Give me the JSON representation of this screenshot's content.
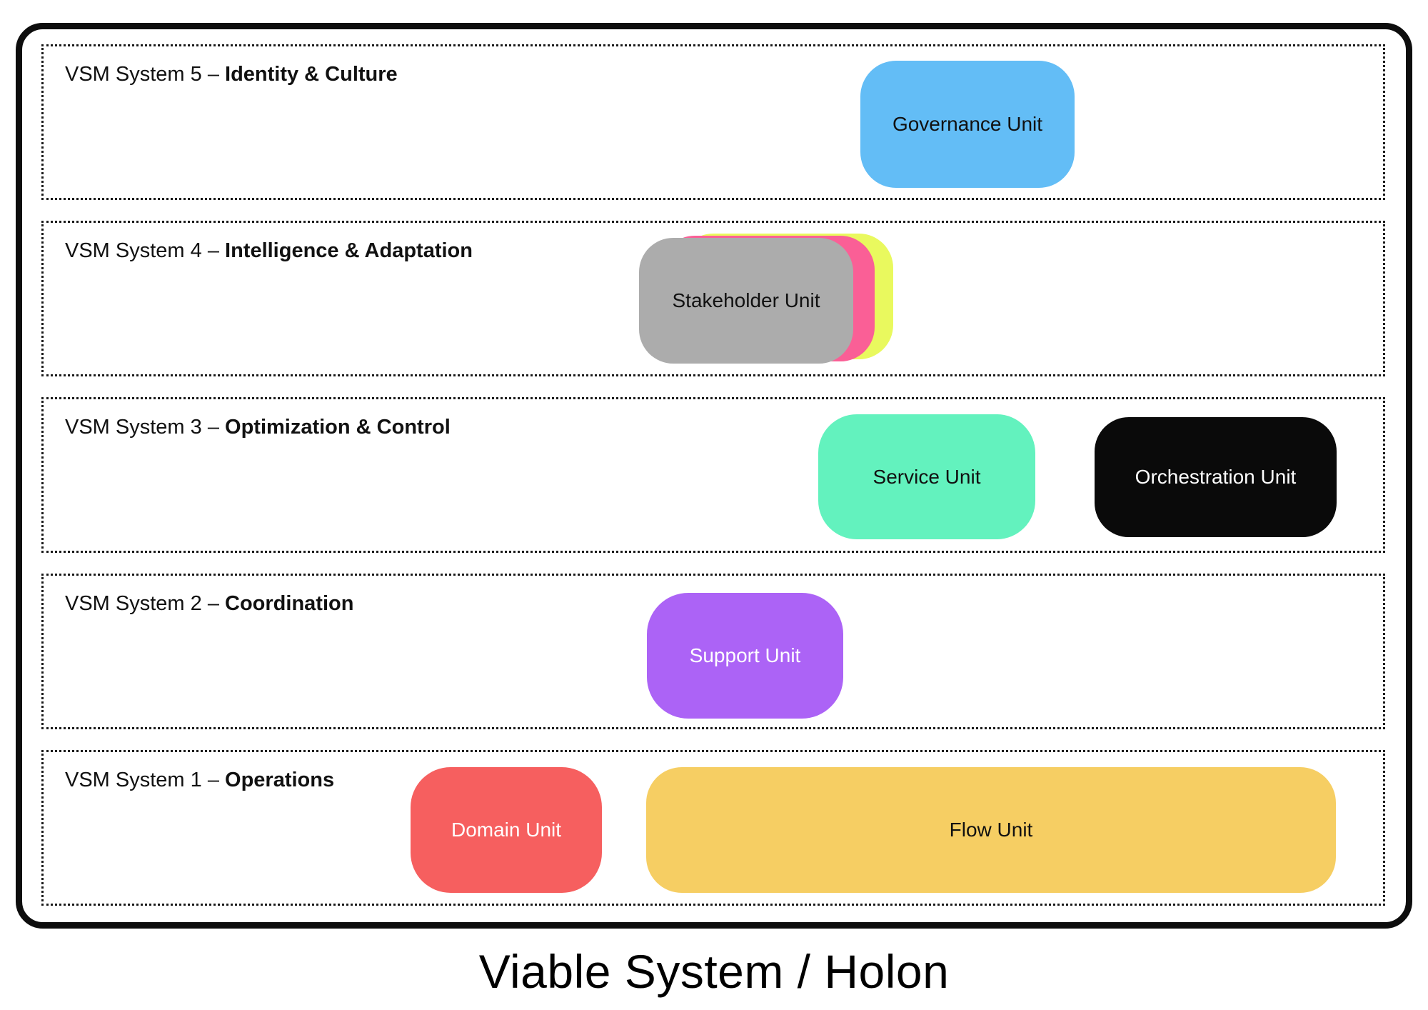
{
  "diagram_title": "Viable System / Holon",
  "bands": [
    {
      "header_prefix": "VSM System 5 – ",
      "header_emphasis": "Identity & Culture",
      "units": [
        {
          "label": "Governance Unit",
          "fill": "#63BDF6",
          "text": "#111111"
        }
      ]
    },
    {
      "header_prefix": "VSM System 4 – ",
      "header_emphasis": "Intelligence & Adaptation",
      "units": [
        {
          "label": "Stakeholder Unit",
          "fill": "#ACACAC",
          "text": "#111111",
          "stack_behind_colors": [
            "#FA5F96",
            "#E9F95E"
          ]
        }
      ]
    },
    {
      "header_prefix": "VSM System 3 – ",
      "header_emphasis": "Optimization & Control",
      "units": [
        {
          "label": "Service Unit",
          "fill": "#63F2BE",
          "text": "#111111"
        },
        {
          "label": "Orchestration Unit",
          "fill": "#0A0A0A",
          "text": "#FFFFFF"
        }
      ]
    },
    {
      "header_prefix": "VSM System 2 – ",
      "header_emphasis": "Coordination",
      "units": [
        {
          "label": "Support Unit",
          "fill": "#AC63F6",
          "text": "#FFFFFF"
        }
      ]
    },
    {
      "header_prefix": "VSM System 1 – ",
      "header_emphasis": "Operations",
      "units": [
        {
          "label": "Domain Unit",
          "fill": "#F65F5F",
          "text": "#FFFFFF"
        },
        {
          "label": "Flow Unit",
          "fill": "#F6CE63",
          "text": "#111111"
        }
      ]
    }
  ]
}
